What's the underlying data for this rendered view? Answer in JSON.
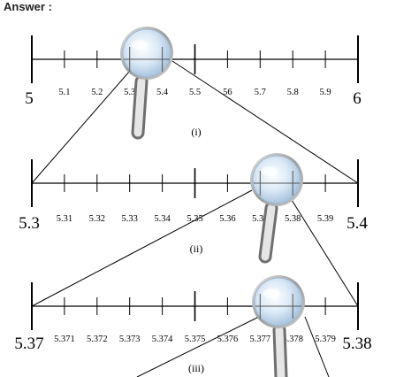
{
  "header": {
    "answer_label": "Answer :"
  },
  "lines": [
    {
      "start_label": "5",
      "end_label": "6",
      "tick_labels": [
        "5.1",
        "5.2",
        "5.3",
        "5.4",
        "5.5",
        "56",
        "5.7",
        "5.8",
        "5.9"
      ],
      "caption": "(i)"
    },
    {
      "start_label": "5.3",
      "end_label": "5.4",
      "tick_labels": [
        "5.31",
        "5.32",
        "5.33",
        "5.34",
        "5.35",
        "5.36",
        "5.37",
        "5.38",
        "5.39"
      ],
      "caption": "(ii)"
    },
    {
      "start_label": "5.37",
      "end_label": "5.38",
      "tick_labels": [
        "5.371",
        "5.372",
        "5.373",
        "5.374",
        "5.375",
        "5.376",
        "5.377",
        "5.378",
        "5.379"
      ],
      "caption": "(iii)"
    }
  ]
}
